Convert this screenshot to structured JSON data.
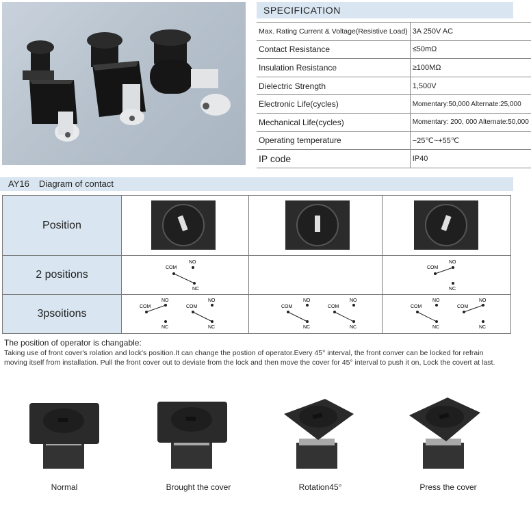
{
  "specification": {
    "heading": "SPECIFICATION",
    "rows": [
      {
        "key": "Max. Rating  Current & Voltage(Resistive Load)",
        "value": "3A 250V AC"
      },
      {
        "key": "Contact Resistance",
        "value": "≤50mΩ"
      },
      {
        "key": "Insulation Resistance",
        "value": "≥100MΩ"
      },
      {
        "key": "Dielectric Strength",
        "value": "1,500V"
      },
      {
        "key": "Electronic   Life(cycles)",
        "value": "Momentary:50,000   Alternate:25,000"
      },
      {
        "key": "Mechanical Life(cycles)",
        "value": "Momentary: 200, 000  Alternate:50,000"
      },
      {
        "key": "Operating temperature",
        "value": "−25℃~+55℃"
      },
      {
        "key": "IP  code",
        "value": "IP40"
      }
    ]
  },
  "contact": {
    "model": "AY16",
    "title": "Diagram of contact",
    "rows": [
      "Position",
      "2 positions",
      "3psoitions"
    ],
    "labels": {
      "com": "COM",
      "no": "NO",
      "nc": "NC"
    }
  },
  "notes": {
    "title": "The position of operator is changable:",
    "line1": "Taking use of front cover's rolation and lock's position.It can change the postion of operator.Every 45°  interval, the front conver can be locked for refrain",
    "line2": " moving itself from installation. Pull the front cover out to deviate from the lock and then move the cover for 45°  interval to push it on, Lock the covert at last."
  },
  "captions": [
    "Normal",
    "Brought the cover",
    "Rotation45°",
    "Press the  cover"
  ]
}
